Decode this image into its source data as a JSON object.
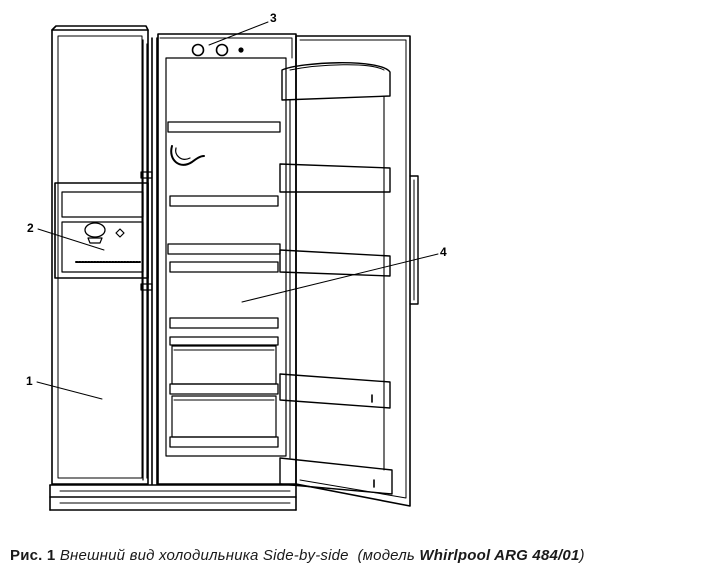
{
  "callouts": {
    "c1": "1",
    "c2": "2",
    "c3": "3",
    "c4": "4"
  },
  "caption": {
    "prefix": "Рис. 1",
    "description": "Внешний вид холодильника Side-by-side",
    "model_open": "(модель",
    "model_name": "Whirlpool ARG 484/01",
    "model_close": ")"
  }
}
